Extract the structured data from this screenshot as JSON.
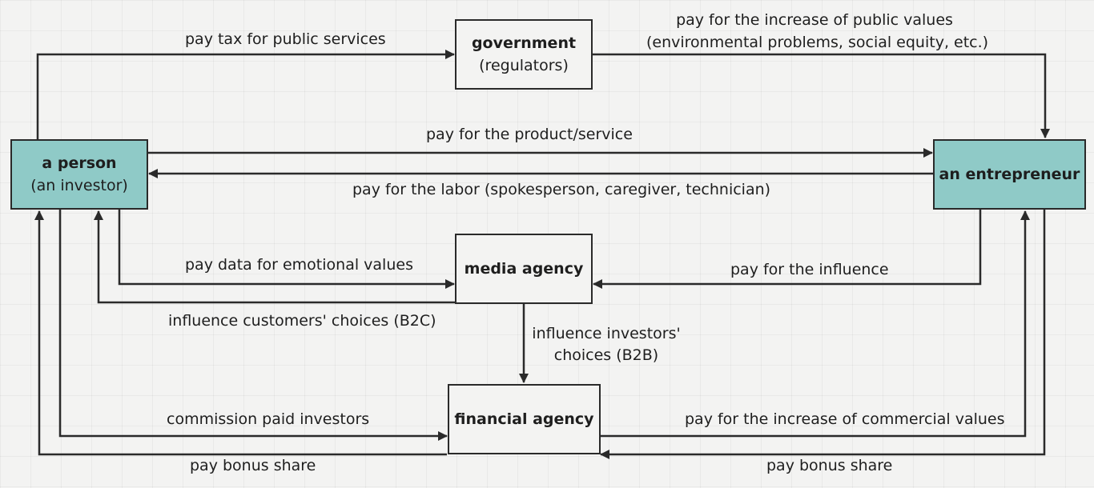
{
  "nodes": {
    "person": {
      "title": "a person",
      "subtitle": "(an investor)",
      "fill": "#8fcac7"
    },
    "entrepreneur": {
      "title": "an entrepreneur",
      "fill": "#8fcac7"
    },
    "government": {
      "title": "government",
      "subtitle": "(regulators)"
    },
    "media": {
      "title": "media agency"
    },
    "financial": {
      "title": "financial agency"
    }
  },
  "edges": {
    "tax": "pay tax for public services",
    "public_values_1": "pay for the increase of public values",
    "public_values_2": "(environmental problems, social equity, etc.)",
    "product": "pay for the product/service",
    "labor": "pay for the labor (spokesperson, caregiver, technician)",
    "data": "pay data for emotional values",
    "influence_customers": "influence customers' choices (B2C)",
    "influence_entrepreneur": "pay for the influence",
    "influence_investors_1": "influence investors'",
    "influence_investors_2": "choices (B2B)",
    "commission": "commission paid investors",
    "bonus_person": "pay bonus share",
    "commercial_values": "pay for the increase of commercial values",
    "bonus_entrepreneur": "pay bonus share"
  },
  "colors": {
    "node_fill": "#8fcac7",
    "line": "#2a2a2a",
    "background": "#f3f3f2"
  }
}
